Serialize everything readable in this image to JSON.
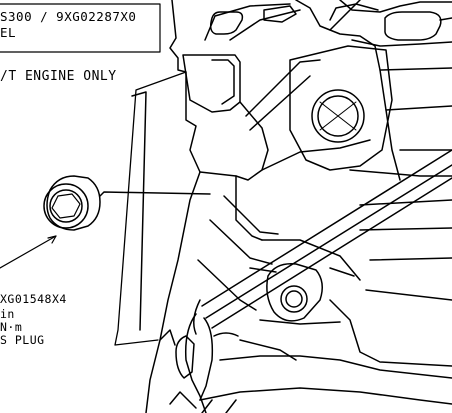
{
  "header_box": {
    "line1": "S300 / 9XG02287X0",
    "line2": "EL"
  },
  "note": "/T ENGINE ONLY",
  "plug_callout": {
    "part_number": "XG01548X4",
    "unit_line": "in",
    "torque_unit": "N·m",
    "description": "S PLUG"
  },
  "colors": {
    "ink": "#000000",
    "paper": "#ffffff"
  }
}
